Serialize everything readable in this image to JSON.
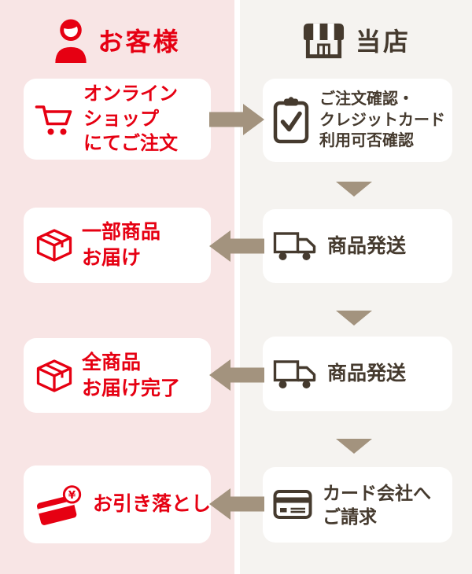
{
  "colors": {
    "customer_column_bg": "#f8e5e5",
    "shop_column_bg": "#f5f3f0",
    "accent_red": "#e60012",
    "dark_brown": "#453a2e",
    "arrow_taupe": "#a3937e",
    "card_bg": "#ffffff"
  },
  "headers": {
    "customer": {
      "label": "お客様",
      "icon": "person-icon"
    },
    "shop": {
      "label": "当店",
      "icon": "storefront-icon"
    }
  },
  "steps": {
    "order": {
      "customer_label": "オンライン\nショップ\nにてご注文",
      "customer_icon": "shopping-cart-icon",
      "shop_label": "ご注文確認・\nクレジットカード\n利用可否確認",
      "shop_icon": "clipboard-check-icon",
      "arrow_direction": "customer-to-shop"
    },
    "partial_delivery": {
      "customer_label": "一部商品\nお届け",
      "customer_icon": "package-icon",
      "shop_label": "商品発送",
      "shop_icon": "delivery-truck-icon",
      "arrow_direction": "shop-to-customer"
    },
    "full_delivery": {
      "customer_label": "全商品\nお届け完了",
      "customer_icon": "package-icon",
      "shop_label": "商品発送",
      "shop_icon": "delivery-truck-icon",
      "arrow_direction": "shop-to-customer"
    },
    "billing": {
      "customer_label": "お引き落とし",
      "customer_icon": "credit-card-yen-icon",
      "shop_label": "カード会社へ\nご請求",
      "shop_icon": "credit-card-icon",
      "arrow_direction": "shop-to-customer"
    }
  }
}
